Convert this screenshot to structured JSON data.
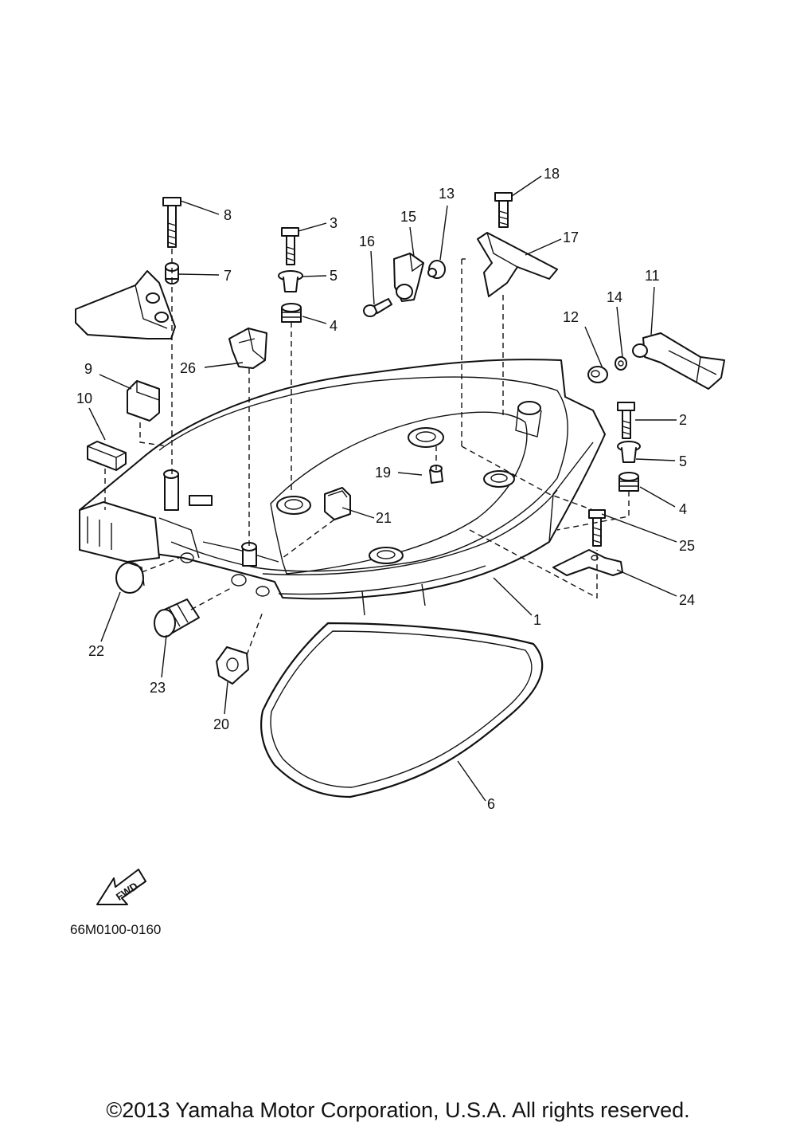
{
  "diagram": {
    "part_number_labels": [
      "1",
      "2",
      "3",
      "4",
      "4",
      "5",
      "5",
      "6",
      "7",
      "8",
      "9",
      "10",
      "11",
      "12",
      "13",
      "14",
      "15",
      "16",
      "17",
      "18",
      "19",
      "20",
      "21",
      "22",
      "23",
      "24",
      "25",
      "26"
    ],
    "direction_label": "FWD",
    "figure_code": "66M0100-0160"
  },
  "footer": {
    "copyright": "©2013 Yamaha Motor Corporation, U.S.A. All rights reserved."
  }
}
